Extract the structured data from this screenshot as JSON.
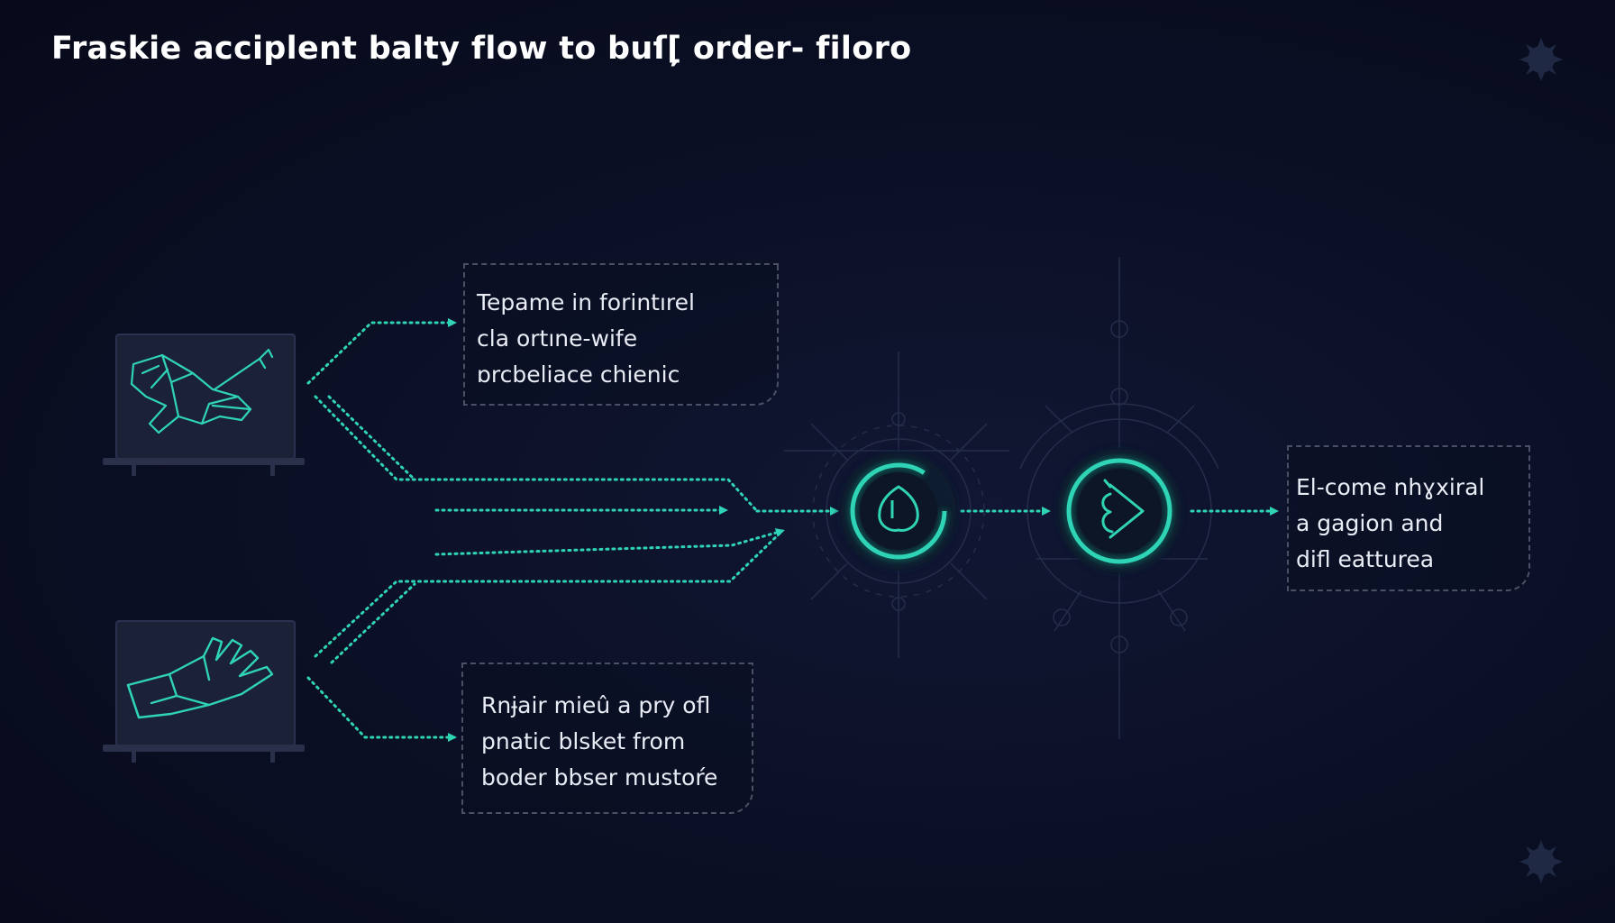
{
  "title": "Fraskie acciplent balty flow to buſ[̦ order- filoro",
  "cards": {
    "top": [
      "Tepame in forintırel",
      "cla ortıne-wife",
      "ɒrcbeliace chienic"
    ],
    "bottom": [
      "Rnɉair mieû a pry ofl",
      "pnatic blsket from",
      "boder bbser mustoŕe"
    ],
    "right": [
      "El-come nhɣxiral",
      "a gagion and",
      "difl eatturea"
    ]
  },
  "icons": {
    "laptop_top": "hand-with-tools-icon",
    "laptop_bottom": "hand-icon",
    "hub_first": "shield-icon",
    "hub_second": "chevron-right-icon",
    "decor": "gear-icon"
  },
  "colors": {
    "accent": "#2fd4b5",
    "background": "#0b0f24",
    "card_border": "#4b5066",
    "text": "#e9ecf5"
  }
}
